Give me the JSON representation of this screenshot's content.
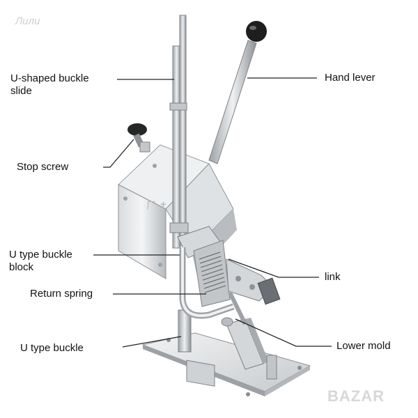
{
  "watermark": "Лили",
  "brand": "BAZAR",
  "labels": {
    "u_shaped_buckle_slide_1": "U-shaped buckle",
    "u_shaped_buckle_slide_2": "slide",
    "hand_lever": "Hand lever",
    "stop_screw": "Stop screw",
    "u_type_buckle_block_1": "U type buckle",
    "u_type_buckle_block_2": "block",
    "link": "link",
    "return_spring": "Return spring",
    "u_type_buckle": "U type buckle",
    "lower_mold": "Lower mold"
  },
  "colors": {
    "leader": "#222222",
    "metal_light": "#e4e6e8",
    "metal_mid": "#b9bdc1",
    "metal_dark": "#7d8185",
    "knob": "#1e1e1e"
  }
}
